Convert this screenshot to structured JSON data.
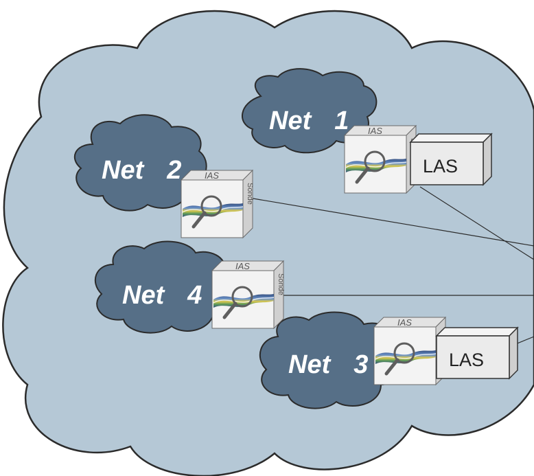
{
  "diagram": {
    "networks": [
      {
        "name": "Net",
        "number": "1"
      },
      {
        "name": "Net",
        "number": "2"
      },
      {
        "name": "Net",
        "number": "3"
      },
      {
        "name": "Net",
        "number": "4"
      }
    ],
    "probe": {
      "brand": "IAS",
      "type": "Sonde"
    },
    "appliance_label": "LAS",
    "colors": {
      "outer_cloud": "#b5c8d6",
      "net_cloud": "#566f87",
      "outline": "#2b2b2b",
      "probe_face": "#f2f2f2",
      "las_box": "#ececec"
    }
  }
}
